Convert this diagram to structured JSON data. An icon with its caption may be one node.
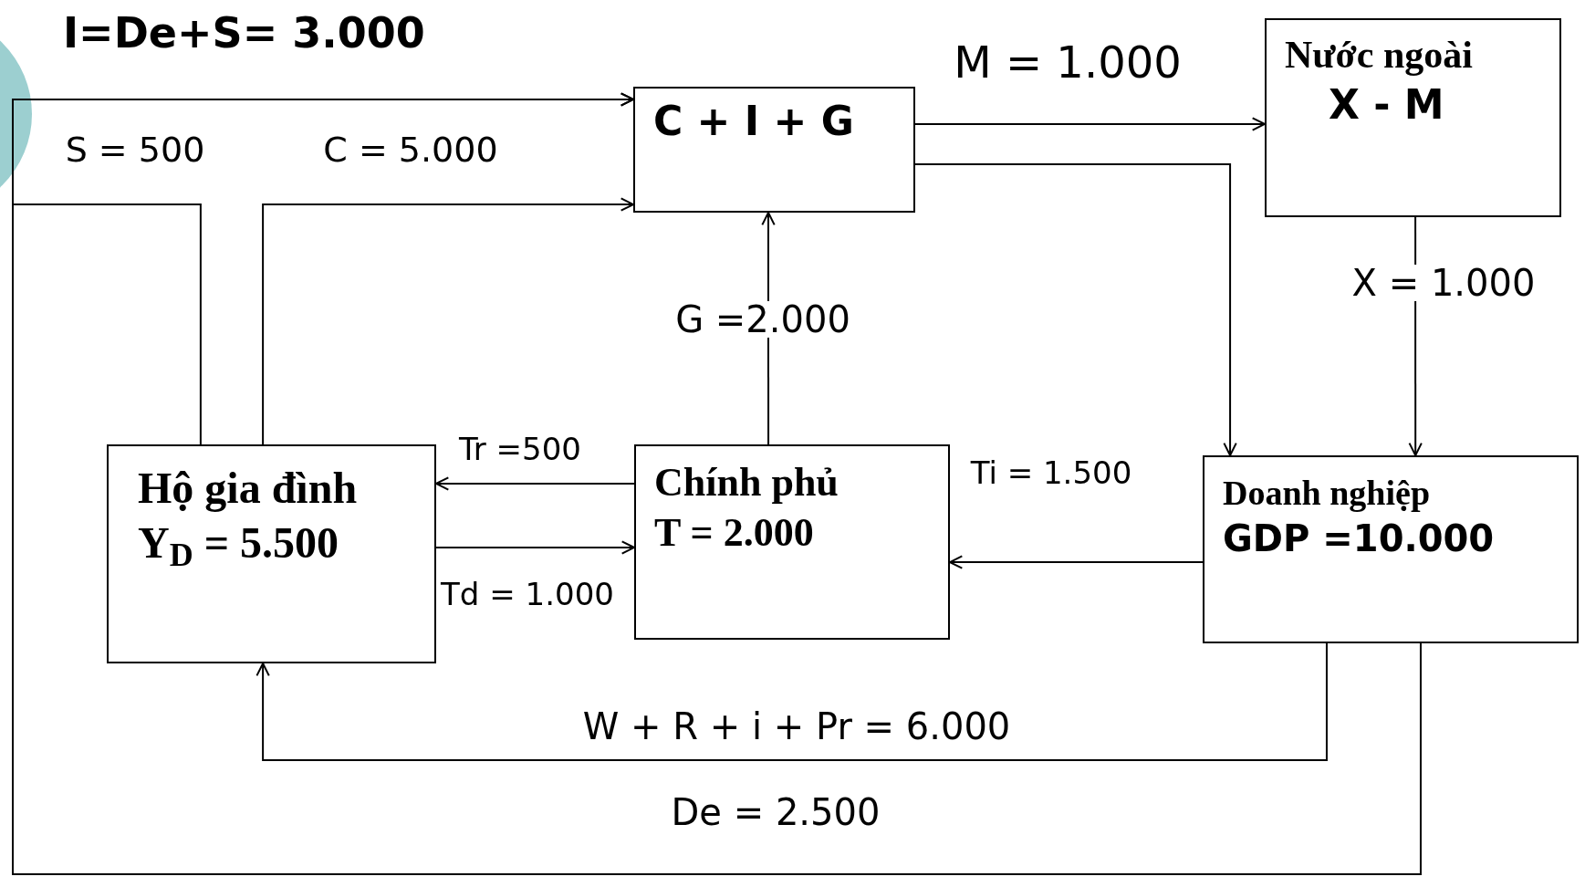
{
  "diagram": {
    "title": "I=De+S= 3.000",
    "nodes": [
      {
        "text": [
          "C + I + G"
        ]
      },
      {
        "text": [
          "Nước ngoài",
          "X - M"
        ]
      },
      {
        "text": [
          "Hộ gia đình",
          "Y$_{D}$ = 5.500"
        ]
      },
      {
        "text": [
          "Chính phủ",
          "T = 2.000"
        ]
      },
      {
        "text": [
          "Doanh nghiệp",
          "GDP =10.000"
        ]
      }
    ],
    "edges": [
      {
        "from": 2,
        "to": 0,
        "label": "C = 5.000",
        "arrow": "to"
      },
      {
        "from": 2,
        "to": 0,
        "label": "S = 500",
        "arrow": "to"
      },
      {
        "from": 4,
        "to": 0,
        "label": "De = 2.500",
        "arrow": "to"
      },
      {
        "from": 3,
        "to": 0,
        "label": "G =2.000",
        "arrow": "to"
      },
      {
        "from": 0,
        "to": 1,
        "label": "M = 1.000",
        "arrow": "to"
      },
      {
        "from": 0,
        "to": 4,
        "arrow": "to"
      },
      {
        "from": 1,
        "to": 4,
        "label": "X = 1.000",
        "arrow": "to"
      },
      {
        "from": 3,
        "to": 2,
        "label": "Tr =500",
        "arrow": "to"
      },
      {
        "from": 2,
        "to": 3,
        "label": "Td = 1.000",
        "arrow": "to"
      },
      {
        "from": 4,
        "to": 3,
        "label": "Ti = 1.500",
        "arrow": "to"
      },
      {
        "from": 4,
        "to": 2,
        "label": "W + R + i + Pr = 6.000",
        "arrow": "to"
      }
    ]
  }
}
